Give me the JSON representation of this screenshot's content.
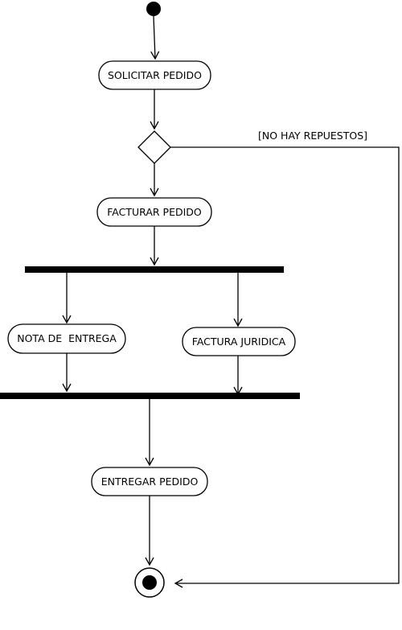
{
  "diagram": {
    "type": "uml-activity",
    "nodes": {
      "solicitar": "SOLICITAR PEDIDO",
      "facturar": "FACTURAR PEDIDO",
      "nota": "NOTA DE  ENTREGA",
      "factura_juridica": "FACTURA JURIDICA",
      "entregar": "ENTREGAR PEDIDO"
    },
    "guards": {
      "no_repuestos": "[NO HAY REPUESTOS]"
    }
  }
}
